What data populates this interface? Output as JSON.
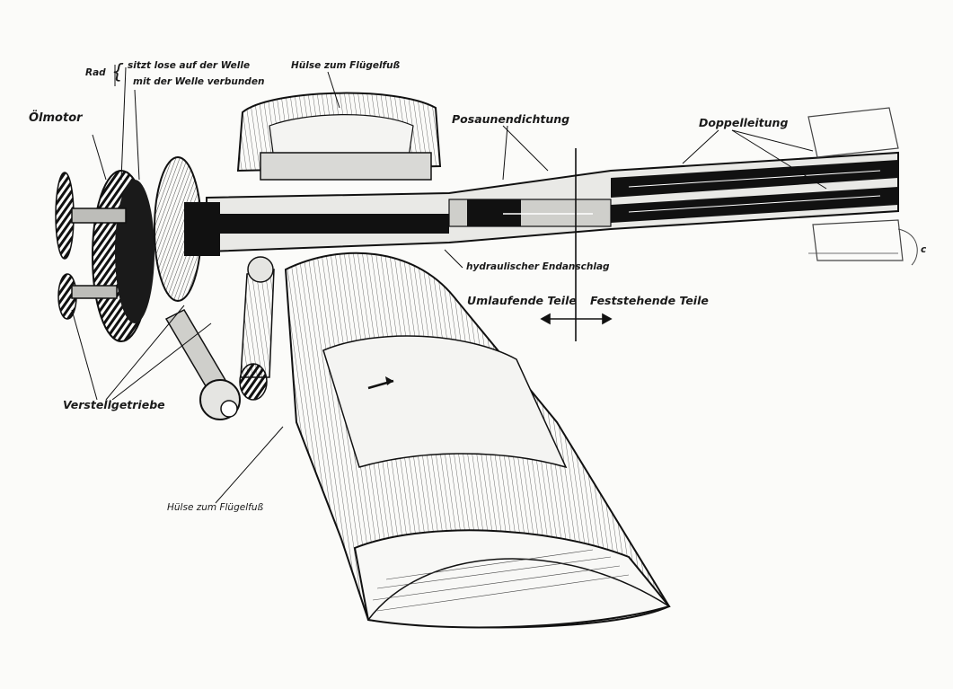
{
  "labels": {
    "rad": "Rad",
    "rad_lose": "sitzt lose auf der Welle",
    "rad_fest": "mit der Welle verbunden",
    "huelse_top": "Hülse zum Flügelfuß",
    "oelmotor": "Ölmotor",
    "posaunendichtung": "Posaunendichtung",
    "doppelleitung": "Doppelleitung",
    "endanschlag": "hydraulischer Endanschlag",
    "umlaufende": "Umlaufende Teile",
    "feststehende": "Feststehende Teile",
    "verstellgetriebe": "Verstellgetriebe",
    "huelse_bottom": "Hülse zum Flügelfuß",
    "c": "c"
  },
  "colors": {
    "ink": "#1a1a1a",
    "paper": "#fbfbf9"
  }
}
